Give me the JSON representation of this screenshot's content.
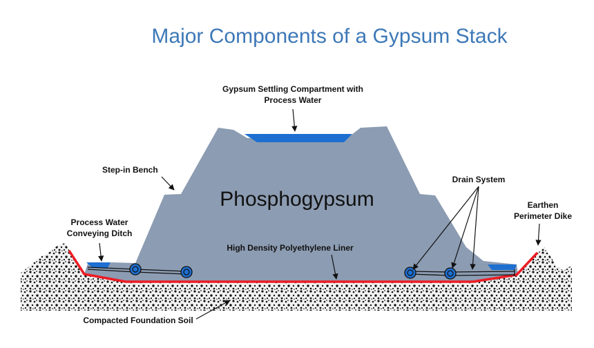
{
  "title": "Major Components of a Gypsum Stack",
  "labels": {
    "settling_line1": "Gypsum Settling Compartment with",
    "settling_line2": "Process Water",
    "step_in_bench": "Step-in Bench",
    "phosphogypsum": "Phosphogypsum",
    "drain_system": "Drain System",
    "earthen_line1": "Earthen",
    "earthen_line2": "Perimeter Dike",
    "ditch_line1": "Process Water",
    "ditch_line2": "Conveying Ditch",
    "hdpe_liner": "High Density Polyethylene Liner",
    "foundation_soil": "Compacted Foundation Soil"
  },
  "colors": {
    "title": "#3d78b7",
    "gypsum": "#8c9cb2",
    "water": "#1e6fd0",
    "liner": "#ee1c24",
    "soil": "#9a9a9a",
    "text": "#111111"
  }
}
